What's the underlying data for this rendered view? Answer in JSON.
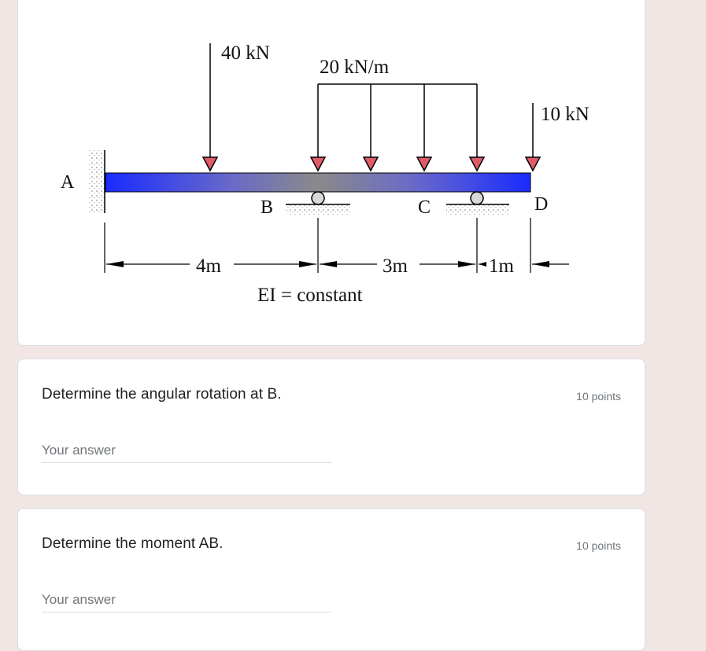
{
  "figure": {
    "support_a": "A",
    "support_b": "B",
    "support_c": "C",
    "end_d": "D",
    "point_load_left": "40 kN",
    "distributed_load": "20 kN/m",
    "point_load_right": "10 kN",
    "span_ab": "4m",
    "span_bc": "3m",
    "span_cd": "1m",
    "stiffness_note": "EI = constant"
  },
  "questions": [
    {
      "title": "Determine the angular rotation at B.",
      "points": "10 points",
      "placeholder": "Your answer"
    },
    {
      "title": "Determine the moment AB.",
      "points": "10 points",
      "placeholder": "Your answer"
    }
  ],
  "colors": {
    "background": "#f1e6e4",
    "beam_blue": "#1a2bff",
    "beam_gray": "#8a8a8a",
    "arrow_fill": "#e05a6a"
  }
}
